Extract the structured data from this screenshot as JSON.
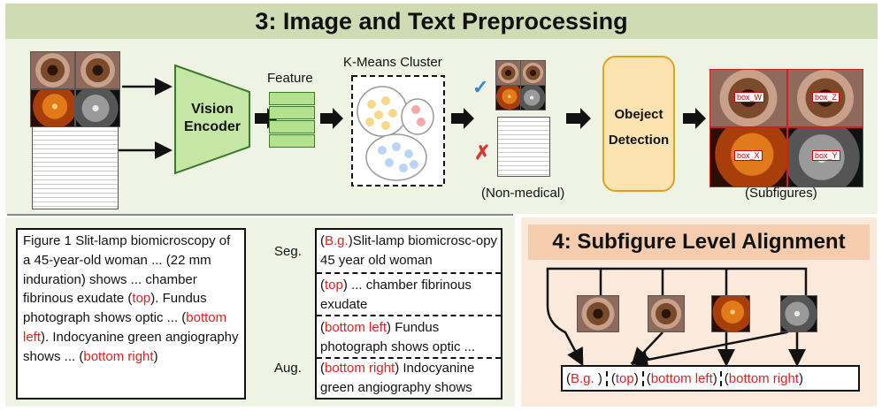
{
  "section3": {
    "title": "3: Image and Text Preprocessing",
    "encoder_label_line1": "Vision",
    "encoder_label_line2": "Encoder",
    "feature_label": "Feature",
    "cluster_label": "K-Means Cluster",
    "check_mark": "✓",
    "cross_mark": "✗",
    "non_medical_label": "(Non-medical)",
    "detector_line1": "Obeject",
    "detector_line2": "Detection",
    "subfigures_label": "(Subfigures)",
    "box_labels": [
      "box_W",
      "box_Z",
      "box_X",
      "box_Y"
    ]
  },
  "caption": {
    "p1": "Figure 1 Slit-lamp biomicroscopy of a 45-year-old woman ... (22 mm induration) shows ... chamber fibrinous exudate (",
    "top": "top",
    "p2": "). Fundus photograph shows optic ... (",
    "bottom_left": "bottom left",
    "p3": "). Indocyanine green angiography shows ... (",
    "bottom_right": "bottom right",
    "p4": ")"
  },
  "seg_label": "Seg.",
  "aug_label": "Aug.",
  "segments": [
    {
      "open": "(",
      "tag": "B.g.",
      "close": ")",
      "text": "Slit-lamp biomicrosc-opy 45 year old woman"
    },
    {
      "open": "(",
      "tag": "top",
      "close": ")",
      "text": " ... chamber fibrinous exudate"
    },
    {
      "open": "(",
      "tag": "bottom left",
      "close": ")",
      "text": " Fundus photograph shows optic ..."
    },
    {
      "open": "(",
      "tag": "bottom right",
      "close": ")",
      "text": " Indocyanine green angiography shows"
    }
  ],
  "section4": {
    "title": "4: Subfigure Level Alignment",
    "labels": [
      {
        "open": "(",
        "tag": "B.g.",
        "close": " )"
      },
      {
        "open": "(",
        "tag": "top",
        "close": ")"
      },
      {
        "open": "(",
        "tag": "bottom left",
        "close": ")"
      },
      {
        "open": "(",
        "tag": "bottom right",
        "close": ")"
      }
    ]
  },
  "colors": {
    "panel_green": "#eef3e4",
    "header_green": "#cfdcb3",
    "encoder_green": "#c6e6a6",
    "feature_green": "#b5e08e",
    "detector_orange": "#fde3b0",
    "panel_peach": "#fbe9dc",
    "header_peach": "#f5ccae",
    "accent_red": "#e02020",
    "check_blue": "#2f86e0"
  }
}
